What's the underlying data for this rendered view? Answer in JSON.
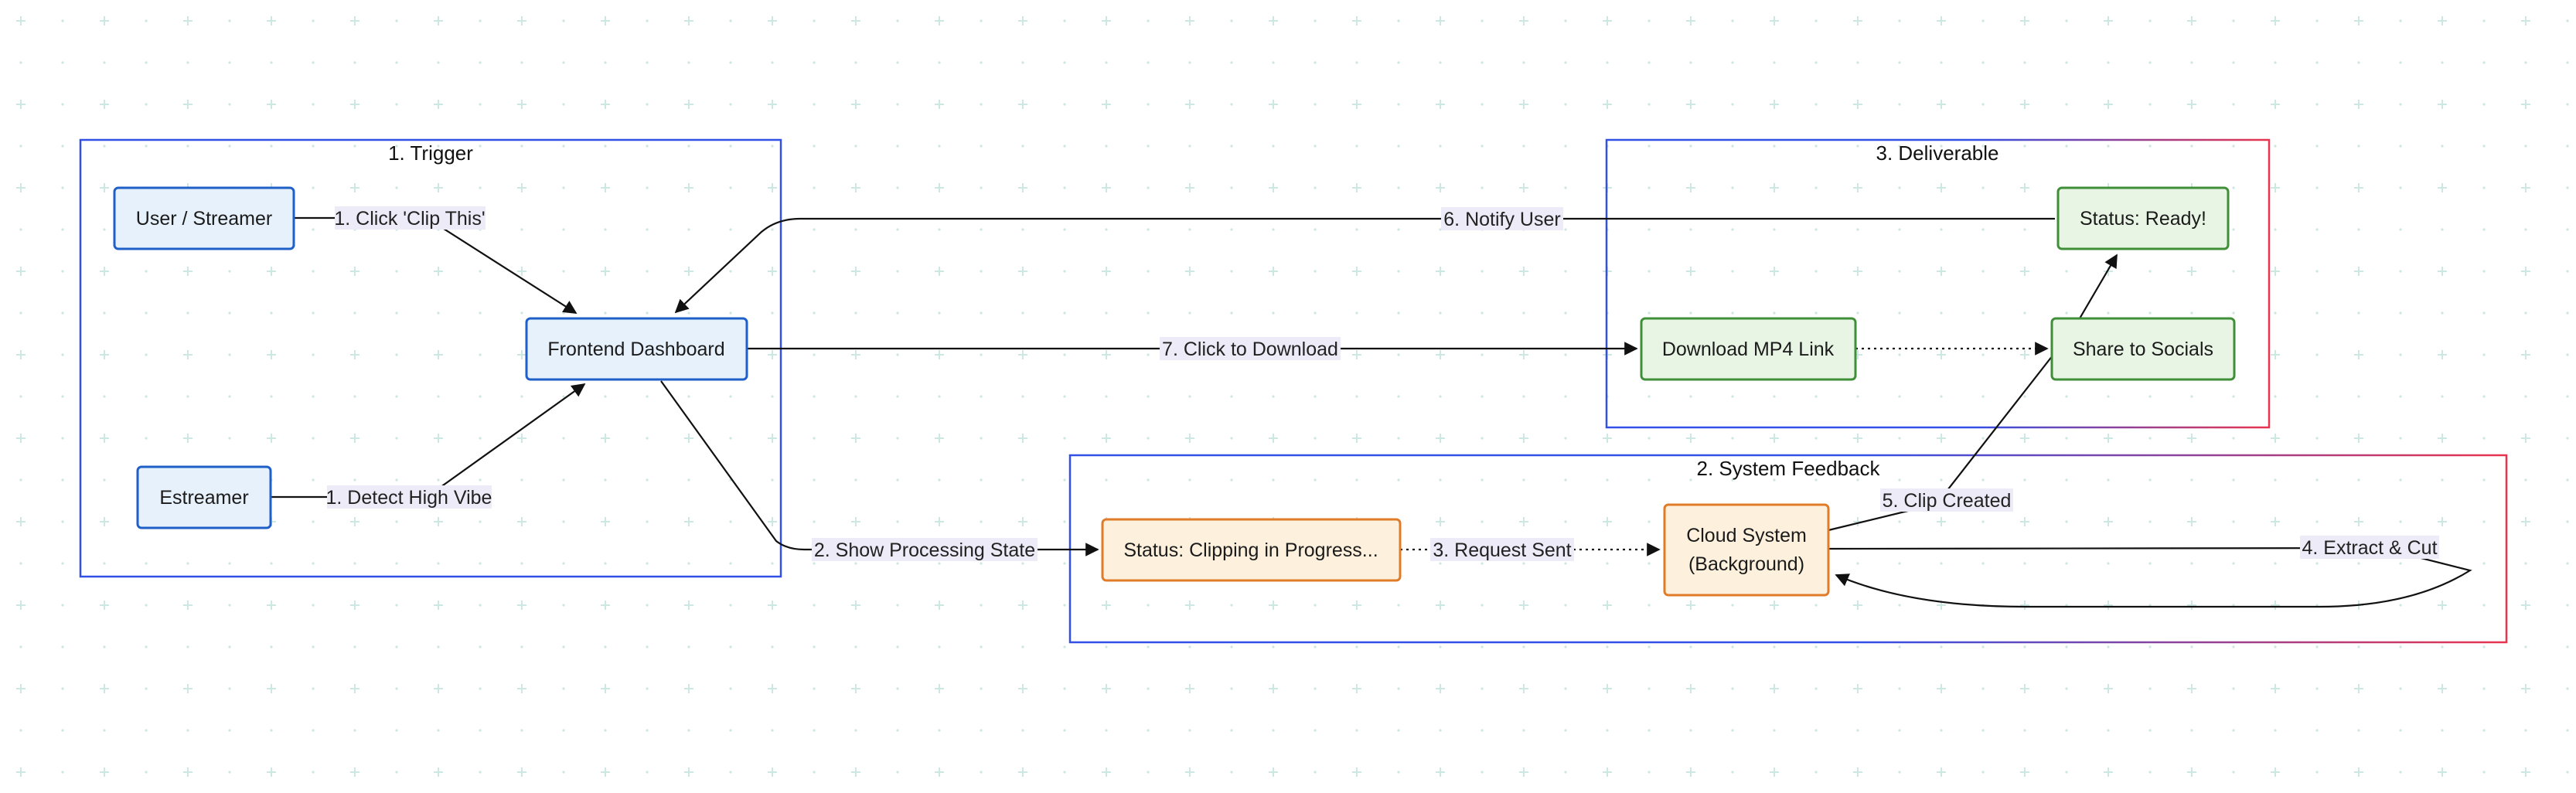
{
  "colors": {
    "trigger_fill": "#e6f1fb",
    "trigger_stroke": "#1f5fc8",
    "feedback_fill": "#fdf0dc",
    "feedback_stroke": "#e07b28",
    "deliverable_fill": "#e8f4e4",
    "deliverable_stroke": "#3f8f38",
    "cluster_blue": "#3250e6",
    "cluster_red": "#e8344e",
    "edge": "#111111",
    "label_bg": "#ecebf7",
    "grid_plus": "#cde8e3"
  },
  "groups": {
    "trigger": "1. Trigger",
    "feedback": "2. System Feedback",
    "deliverable": "3. Deliverable"
  },
  "nodes": {
    "user": "User / Streamer",
    "estreamer": "Estreamer",
    "dashboard": "Frontend Dashboard",
    "clipping": "Status: Clipping in Progress...",
    "cloud_line1": "Cloud System",
    "cloud_line2": "(Background)",
    "ready": "Status: Ready!",
    "download": "Download MP4 Link",
    "share": "Share to Socials"
  },
  "edges": {
    "click_clip": "1. Click 'Clip This'",
    "detect_vibe": "1. Detect High Vibe",
    "show_processing": "2. Show Processing State",
    "request_sent": "3. Request Sent",
    "extract_cut": "4. Extract & Cut",
    "clip_created": "5. Clip Created",
    "notify_user": "6. Notify User",
    "click_download": "7. Click to Download"
  }
}
